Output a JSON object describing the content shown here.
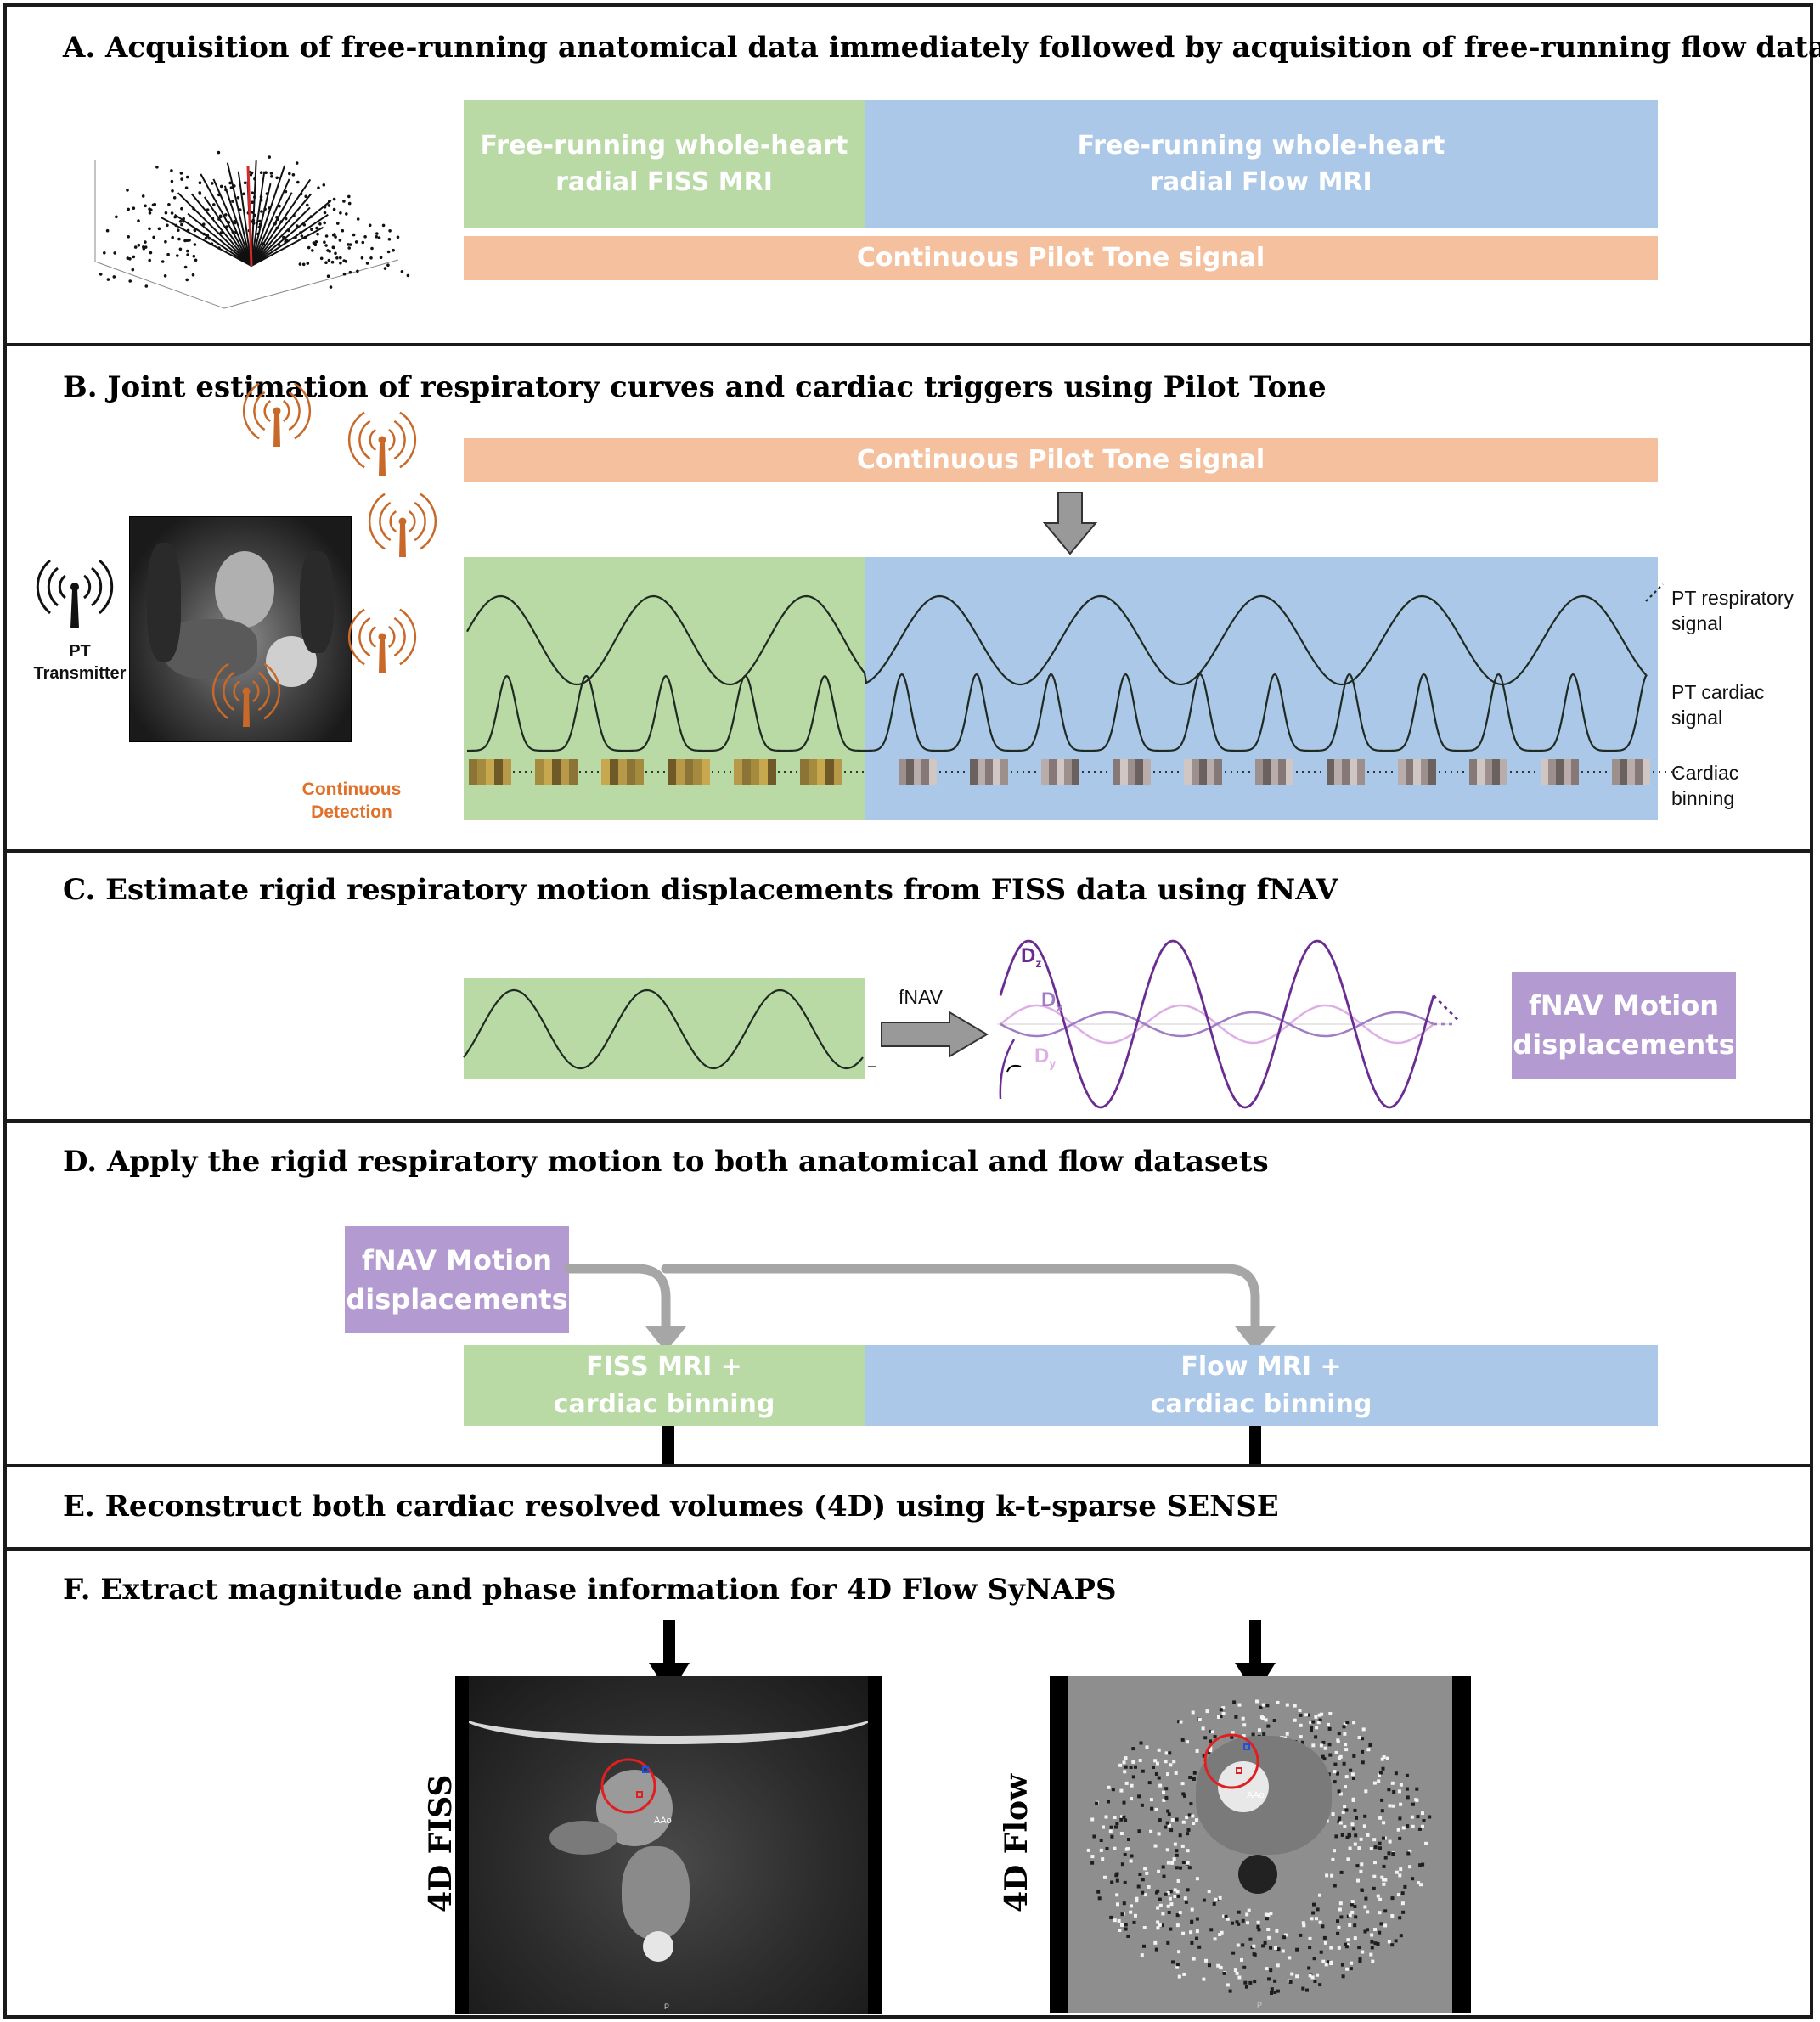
{
  "panels": {
    "a": {
      "title": "A. Acquisition of free-running anatomical data immediately followed by acquisition of free-running flow data",
      "green_box": "Free-running whole-heart\nradial FISS MRI",
      "blue_box": "Free-running whole-heart\nradial Flow MRI",
      "orange_bar": "Continuous Pilot Tone signal"
    },
    "b": {
      "title": "B. Joint estimation of respiratory curves and cardiac triggers using Pilot Tone",
      "orange_bar": "Continuous Pilot Tone signal",
      "pt_transmitter": "PT\nTransmitter",
      "continuous_detection": "Continuous\nDetection",
      "respiratory_label": "PT respiratory\nsignal",
      "cardiac_label": "PT cardiac\nsignal",
      "binning_label": "Cardiac\nbinning"
    },
    "c": {
      "title": "C. Estimate rigid respiratory motion displacements from FISS data using fNAV",
      "arrow_label": "fNAV",
      "dz": "D",
      "dz_sub": "z",
      "dx": "D",
      "dx_sub": "x",
      "dy": "D",
      "dy_sub": "y",
      "result_box": "fNAV Motion\ndisplacements"
    },
    "d": {
      "title": "D. Apply the rigid respiratory motion to both anatomical and flow datasets",
      "source_box": "fNAV Motion\ndisplacements",
      "green_box": "FISS MRI +\ncardiac binning",
      "blue_box": "Flow MRI +\ncardiac binning"
    },
    "e": {
      "title": "E. Reconstruct both cardiac resolved volumes (4D) using k-t-sparse SENSE"
    },
    "f": {
      "title": "F. Extract magnitude and phase information for 4D Flow SyNAPS",
      "left_label": "4D FISS",
      "right_label": "4D Flow",
      "left_roi": "AAo",
      "right_roi": "AAo",
      "left_orient": "P",
      "right_orient": "P"
    }
  },
  "colors": {
    "green": "#b9d9a5",
    "blue": "#abc8e8",
    "orange": "#f5c09e",
    "purple_box": "#b39bd1",
    "antenna": "#c8692a",
    "dz": "#6a2c91",
    "dx": "#a07cc5",
    "dy": "#e0aee6"
  }
}
